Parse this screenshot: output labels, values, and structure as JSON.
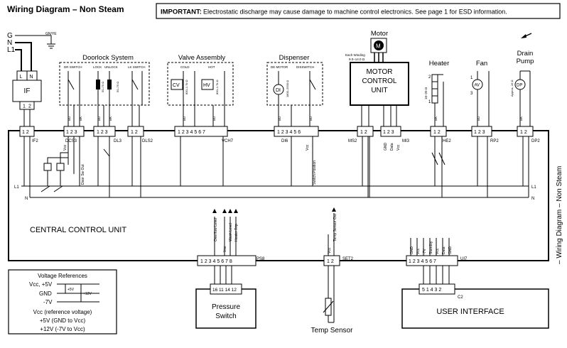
{
  "title": "Wiring Diagram – Non Steam",
  "side_title": "– Wiring Diagram – Non Steam",
  "important": {
    "label": "IMPORTANT:",
    "text": "Electrostatic discharge may cause damage to machine control electronics. See page 1 for ESD information."
  },
  "power_lines": {
    "g": "G",
    "n": "N",
    "l1": "L1",
    "ground_label": "GN/YE"
  },
  "if_block": {
    "l": "L",
    "n": "N",
    "label": "IF",
    "pins": [
      "1",
      "2"
    ]
  },
  "sections": {
    "doorlock": "Doorlock System",
    "valve": "Valve Assembly",
    "dispenser": "Dispenser",
    "motor": "Motor",
    "heater": "Heater",
    "fan": "Fan",
    "drain": "Drain Pump",
    "mcu": "MOTOR CONTROL UNIT",
    "cc": "CENTRAL CONTROL UNIT",
    "ui": "USER INTERFACE",
    "pressure": "Pressure Switch",
    "temp": "Temp Sensor"
  },
  "small_labels": {
    "dr_switch": "DR SWITCH",
    "lock": "LOCK",
    "unlock": "UNLOCK",
    "lk_switch": "LK SWITCH",
    "cold": "COLD",
    "hot": "HOT",
    "cv": "CV",
    "hv": "HV",
    "de_motor": "DE MOTOR",
    "disswitch": "DISSWITCH",
    "di": "DI",
    "motor_m": "M",
    "each_winding": "Each Winding",
    "each_winding_ohm": "9.0–14.0 Ω",
    "av": "AV",
    "dp": "DP",
    "heater_ohm": "16–20 Ω",
    "drain_ohm": "Approx. 16 Ω",
    "lock_ohm": "50–70 Ω",
    "unlock_ohm": "50–70 Ω",
    "valve_ohm_cold": "800–1.7k Ω",
    "valve_ohm_hot": "800–1.7k Ω",
    "de_ohm": "1800–2500 Ω",
    "vcc": "Vcc",
    "door_sw_out": "Door Sw Out",
    "switch_position": "Switch Position",
    "gnd": "GND",
    "data": "Data",
    "overflow": "Overflow Level",
    "wash_level": "Wash Level",
    "heater_trip": "Heater Trip",
    "temp_out": "Temp Sensor Out",
    "standby": "Standby",
    "minus7": "-7V",
    "wire_bu": "BU",
    "wire_bk": "BK",
    "l1": "L1",
    "n": "N"
  },
  "connectors": {
    "IF2": "IF2",
    "DCS3": "DCS3",
    "DL3": "DL3",
    "DLS2": "DLS2",
    "VCH7": "VCH7",
    "DI6": "DI6",
    "MS2": "MS2",
    "MI3": "MI3",
    "HE2": "HE2",
    "RP2": "RP2",
    "DP2": "DP2",
    "PS8": "PS8",
    "SET2": "SET2",
    "UI7": "UI7",
    "C2": "C2"
  },
  "voltage_ref": {
    "title": "Voltage References",
    "vcc5": "Vcc, +5V",
    "gnd": "GND",
    "minus7": "-7V",
    "plus5": "+5V",
    "plus12": "+12V",
    "vcc_ref": "Vcc (reference voltage)",
    "line1": "+5V (GND to Vcc)",
    "line2": "+12V (-7V to Vcc)"
  }
}
